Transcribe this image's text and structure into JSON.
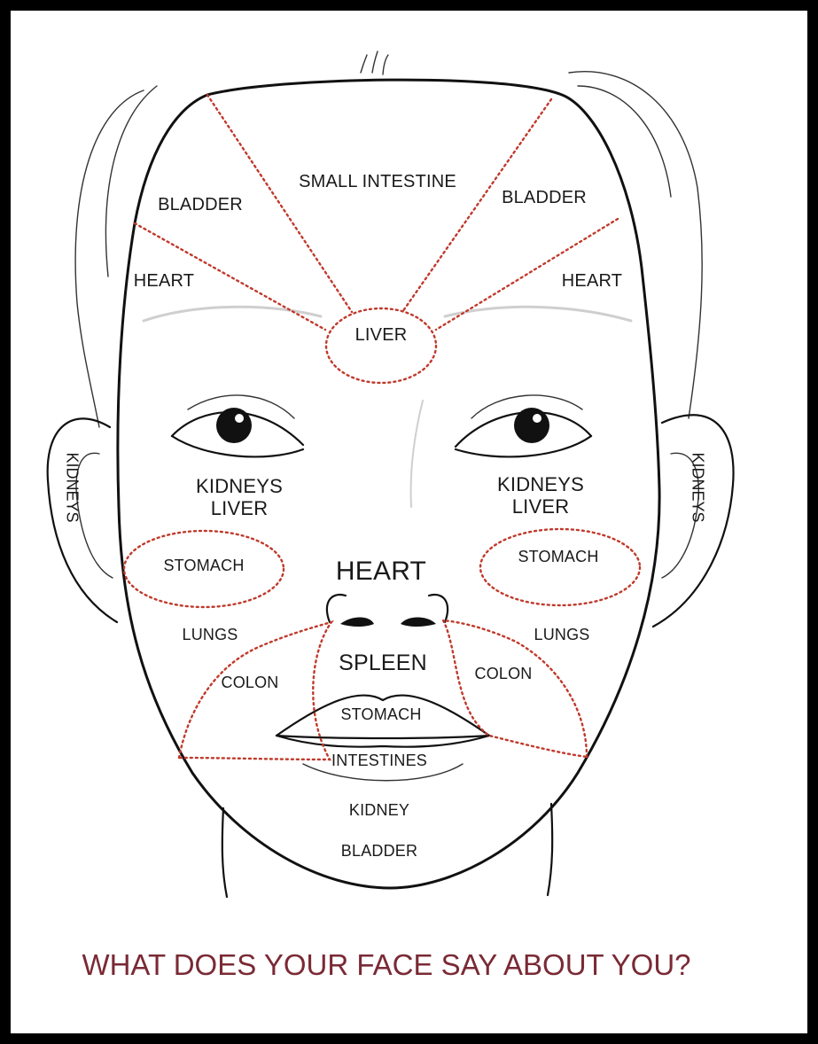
{
  "caption": "WHAT DOES YOUR FACE SAY ABOUT YOU?",
  "colors": {
    "zone_line": "#c0392b",
    "caption": "#7a2a35",
    "outline": "#111111"
  },
  "labels": {
    "forehead_center": "SMALL INTESTINE",
    "bladder_left": "BLADDER",
    "bladder_right": "BLADDER",
    "heart_left": "HEART",
    "heart_right": "HEART",
    "liver_center": "LIVER",
    "kidneys_ear_left": "KIDNEYS",
    "kidneys_ear_right": "KIDNEYS",
    "kidneys_left": "KIDNEYS",
    "liver_left": "LIVER",
    "kidneys_right": "KIDNEYS",
    "liver_right": "LIVER",
    "stomach_left": "STOMACH",
    "stomach_right": "STOMACH",
    "heart_nose": "HEART",
    "lungs_left": "LUNGS",
    "lungs_right": "LUNGS",
    "colon_left": "COLON",
    "colon_right": "COLON",
    "spleen": "SPLEEN",
    "stomach_mouth": "STOMACH",
    "intestines": "INTESTINES",
    "kidney_chin": "KIDNEY",
    "bladder_chin": "BLADDER"
  }
}
